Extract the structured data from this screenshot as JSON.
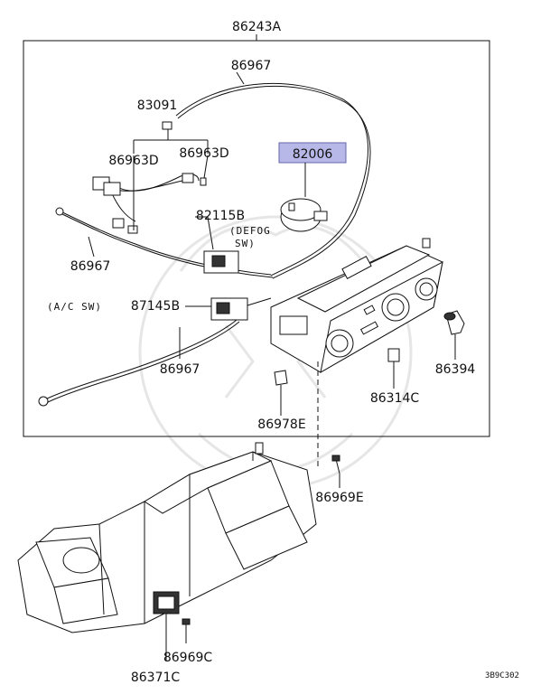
{
  "diagram": {
    "labels": {
      "p86243A": "86243A",
      "p86967_top": "86967",
      "p83091": "83091",
      "p86963D_left": "86963D",
      "p86963D_right": "86963D",
      "p82006": "82006",
      "p82115B": "82115B",
      "defog_line1": "(DEFOG",
      "defog_line2": "SW)",
      "p86967_left": "86967",
      "ac_sw": "(A/C SW)",
      "p87145B": "87145B",
      "p86967_bottom": "86967",
      "p86394": "86394",
      "p86314C": "86314C",
      "p86978E": "86978E",
      "p86969E": "86969E",
      "p86969C": "86969C",
      "p86371C": "86371C",
      "diagram_code": "3B9C302"
    },
    "highlight_color": "#b8b8e8"
  }
}
